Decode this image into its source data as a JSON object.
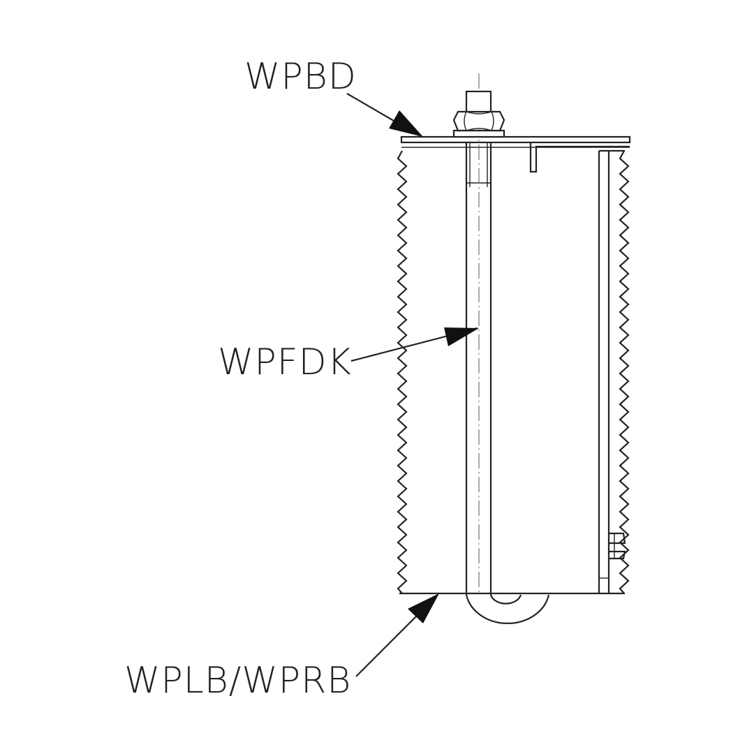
{
  "callouts": {
    "plate": "WPBD",
    "rod": "WPFDK",
    "base": "WPLB/WPRB"
  },
  "colors": {
    "line": "#222222",
    "background": "#ffffff"
  }
}
